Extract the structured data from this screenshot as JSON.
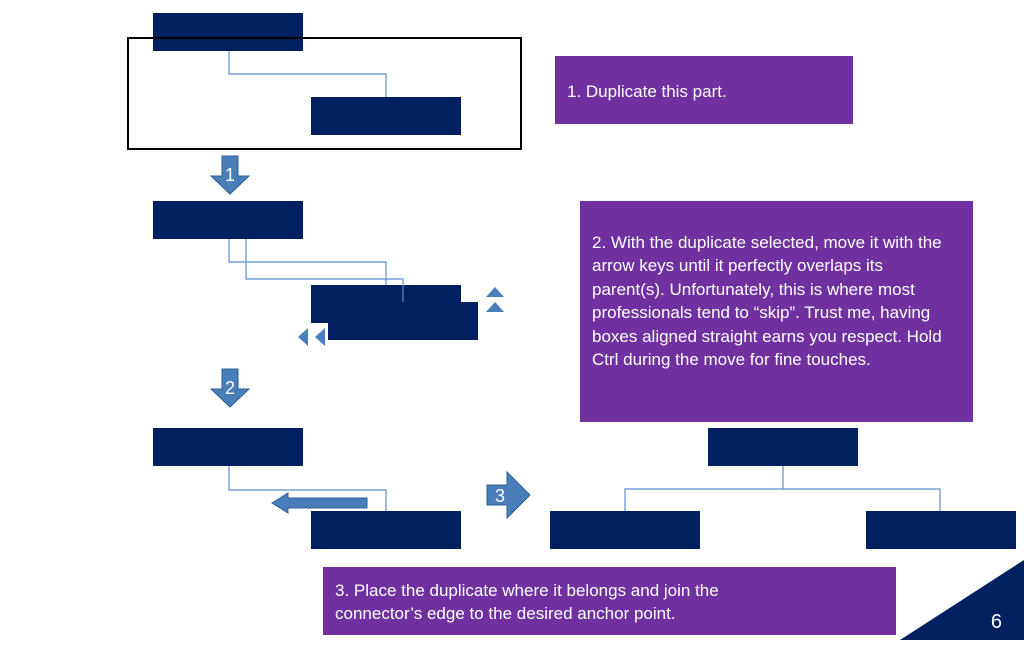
{
  "slide": {
    "number": "6",
    "background": "#ffffff",
    "box_color": "#002060",
    "connector_color": "#5b8fcf",
    "arrow_color": "#4a7ebb",
    "callout_color": "#7030a0",
    "corner_color": "#002060",
    "outline_color": "#000000"
  },
  "callouts": [
    {
      "text": "1. Duplicate this part."
    },
    {
      "text": "2. With the duplicate selected, move it with the arrow keys until it perfectly overlaps its parent(s). Unfortunately, this is where most professionals tend to “skip”. Trust me, having boxes aligned straight earns you respect. Hold Ctrl during the move for fine touches."
    },
    {
      "text": "3. Place the duplicate where it belongs and join the connector’s edge to the desired anchor point."
    }
  ],
  "steps": [
    {
      "label": "1",
      "direction": "down-arrow-icon"
    },
    {
      "label": "2",
      "direction": "down-arrow-icon"
    },
    {
      "label": "3",
      "direction": "right-arrow-icon"
    }
  ],
  "key_icons": [
    "up-arrow-key-icon",
    "up-arrow-key-icon",
    "left-arrow-key-icon",
    "left-arrow-key-icon"
  ]
}
